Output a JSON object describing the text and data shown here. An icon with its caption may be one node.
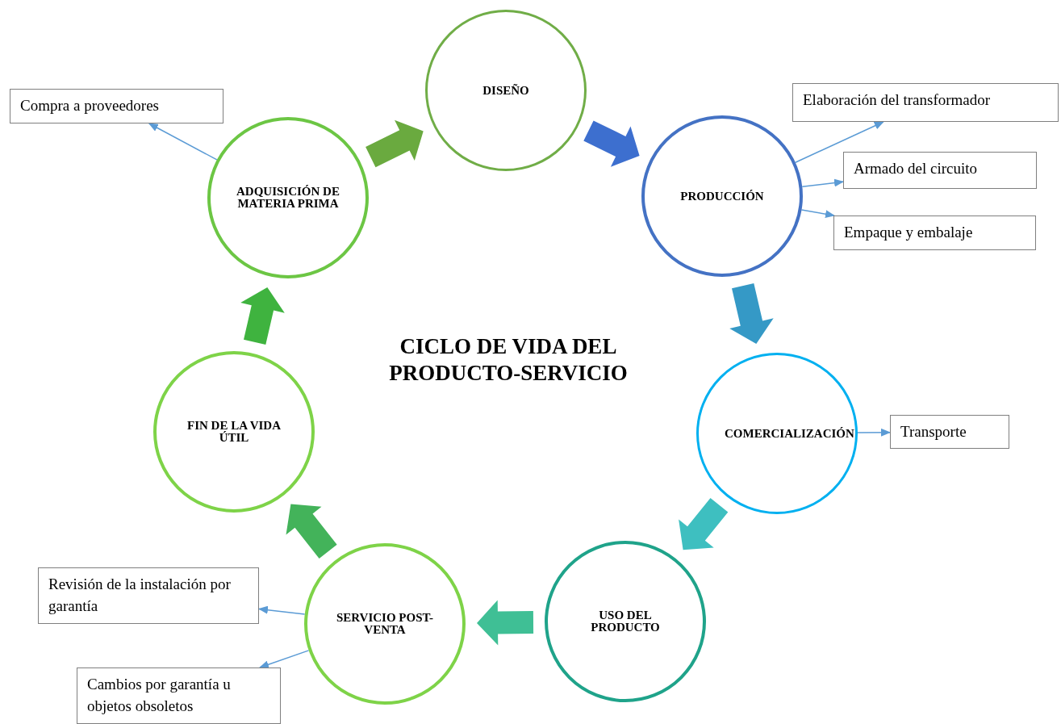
{
  "diagram": {
    "title": "CICLO DE VIDA DEL PRODUCTO-SERVICIO",
    "nodes": [
      {
        "text": [
          "DISEÑO"
        ]
      },
      {
        "text": [
          "PRODUCCIÓN"
        ]
      },
      {
        "text": [
          "Elaboración del transformador"
        ]
      },
      {
        "text": [
          "Armado del circuito"
        ]
      },
      {
        "text": [
          "Empaque y embalaje"
        ]
      },
      {
        "text": [
          "COMERCIALIZACIÓN"
        ]
      },
      {
        "text": [
          "Transporte"
        ]
      },
      {
        "text": [
          "USO DEL PRODUCTO"
        ]
      },
      {
        "text": [
          "SERVICIO POST-VENTA"
        ]
      },
      {
        "text": [
          "Revisión de la instalación por garantía"
        ]
      },
      {
        "text": [
          "Cambios por garantía u objetos obsoletos"
        ]
      },
      {
        "text": [
          "FIN DE LA VIDA ÚTIL"
        ]
      },
      {
        "text": [
          "ADQUISICIÓN DE MATERIA PRIMA"
        ]
      },
      {
        "text": [
          "Compra a proveedores"
        ]
      }
    ],
    "edges": [
      {
        "from": 0,
        "to": 1,
        "arrow": "to",
        "style": "thick",
        "color": "#3d6fcf"
      },
      {
        "from": 1,
        "to": 5,
        "arrow": "to",
        "style": "thick",
        "color": "#3599c6"
      },
      {
        "from": 5,
        "to": 7,
        "arrow": "to",
        "style": "thick",
        "color": "#3ebfc0"
      },
      {
        "from": 7,
        "to": 8,
        "arrow": "to",
        "style": "thick",
        "color": "#3fbf95"
      },
      {
        "from": 8,
        "to": 11,
        "arrow": "to",
        "style": "thick",
        "color": "#43b35a"
      },
      {
        "from": 11,
        "to": 12,
        "arrow": "to",
        "style": "thick",
        "color": "#3fb33f"
      },
      {
        "from": 12,
        "to": 0,
        "arrow": "to",
        "style": "thick",
        "color": "#6aaa3f"
      },
      {
        "from": 1,
        "to": 2,
        "arrow": "to"
      },
      {
        "from": 1,
        "to": 3,
        "arrow": "to"
      },
      {
        "from": 1,
        "to": 4,
        "arrow": "to"
      },
      {
        "from": 5,
        "to": 6,
        "arrow": "to"
      },
      {
        "from": 8,
        "to": 9,
        "arrow": "to"
      },
      {
        "from": 8,
        "to": 10,
        "arrow": "to"
      },
      {
        "from": 12,
        "to": 13,
        "arrow": "to"
      }
    ]
  }
}
